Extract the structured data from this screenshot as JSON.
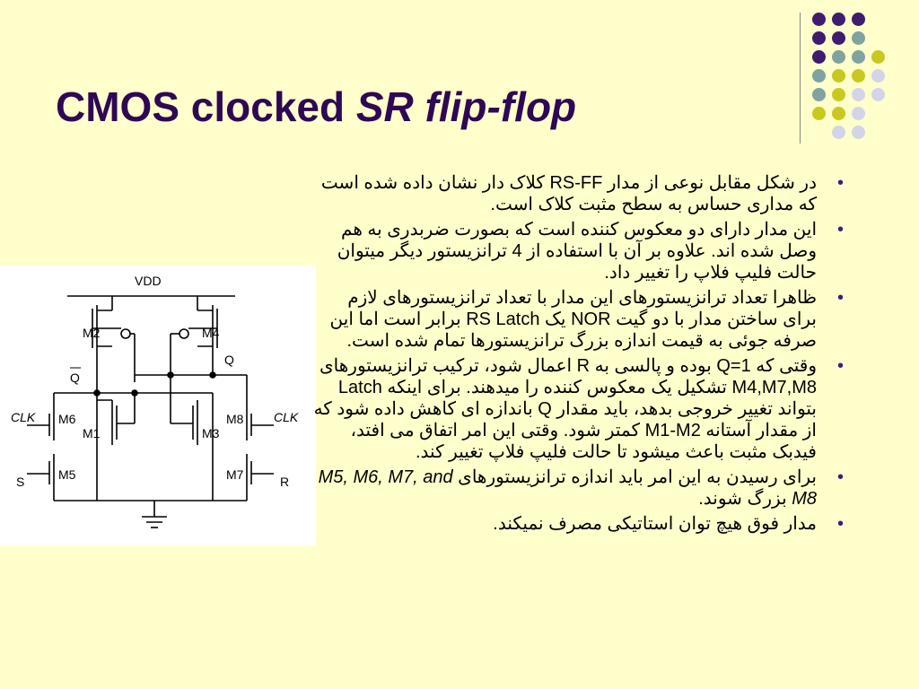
{
  "slide": {
    "title_main": "CMOS clocked ",
    "title_italic": "SR flip-flop"
  },
  "bullets": [
    {
      "text": "در شکل مقابل نوعی از مدار RS-FF کلاک دار نشان داده شده است که مداری حساس به سطح مثبت کلاک است.",
      "extra": ""
    },
    {
      "text": "این مدار دارای دو معکوس کننده است که بصورت ضربدری به هم وصل شده اند. علاوه بر آن با استفاده از 4 ترانزیستور دیگر میتوان حالت فلیپ فلاپ را تغییر داد.",
      "extra": ""
    },
    {
      "text": "ظاهرا تعداد ترانزیستورهای این مدار با تعداد ترانزیستورهای لازم برای ساختن مدار با دو گیت NOR یک RS Latch برابر است اما این صرفه جوئی به قیمت اندازه بزرگ ترانزیستورها تمام شده است.",
      "extra": ""
    },
    {
      "text": "وقتی که Q=1 بوده و پالسی به R اعمال شود، ترکیب ترانزیستورهای M4,M7,M8 تشکیل یک معکوس کننده را میدهند. برای اینکه Latch بتواند تغییر خروجی بدهد، باید مقدار Q باندازه ای کاهش داده شود که از مقدار آستانه M1-M2 کمتر شود. وقتی این امر اتفاق می افتد، فیدبک مثبت باعث میشود تا حالت فلیپ فلاپ تغییر کند.",
      "extra": ""
    },
    {
      "text": "برای رسیدن به این امر باید اندازه ترانزیستورهای ",
      "extra": "M5, M6, M7, and M8",
      "tail": " بزرگ شوند."
    },
    {
      "text": "مدار فوق هیچ توان استاتیکی مصرف نمیکند.",
      "extra": ""
    }
  ],
  "circuit": {
    "vdd": "VDD",
    "q": "Q",
    "qbar": "Q",
    "clk_left": "CLK",
    "clk_right": "CLK",
    "s": "S",
    "r": "R",
    "m1": "M1",
    "m2": "M2",
    "m3": "M3",
    "m4": "M4",
    "m5": "M5",
    "m6": "M6",
    "m7": "M7",
    "m8": "M8"
  },
  "colors": {
    "title": "#2E0854",
    "background": "#FFFFCC",
    "dot_purple": "#3F1C6E",
    "dot_teal": "#7FA3A0",
    "dot_yellow": "#C8C81E",
    "dot_lavender": "#D4D4E8"
  }
}
